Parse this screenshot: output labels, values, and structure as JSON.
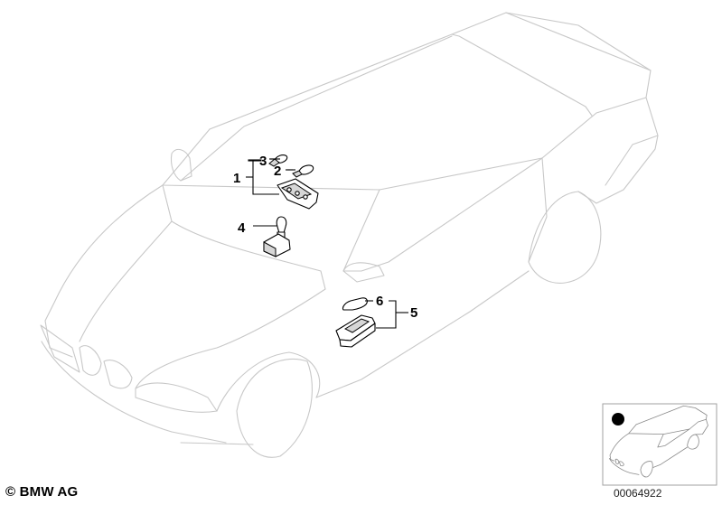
{
  "callouts": [
    {
      "id": "1",
      "text": "1"
    },
    {
      "id": "2",
      "text": "2"
    },
    {
      "id": "3",
      "text": "3"
    },
    {
      "id": "4",
      "text": "4"
    },
    {
      "id": "5",
      "text": "5"
    },
    {
      "id": "6",
      "text": "6"
    }
  ],
  "footer": {
    "copyright": "© BMW AG",
    "document_number": "00064922"
  },
  "colors": {
    "outline": "#c8c8c8",
    "parts": "#000000",
    "background": "#ffffff"
  }
}
